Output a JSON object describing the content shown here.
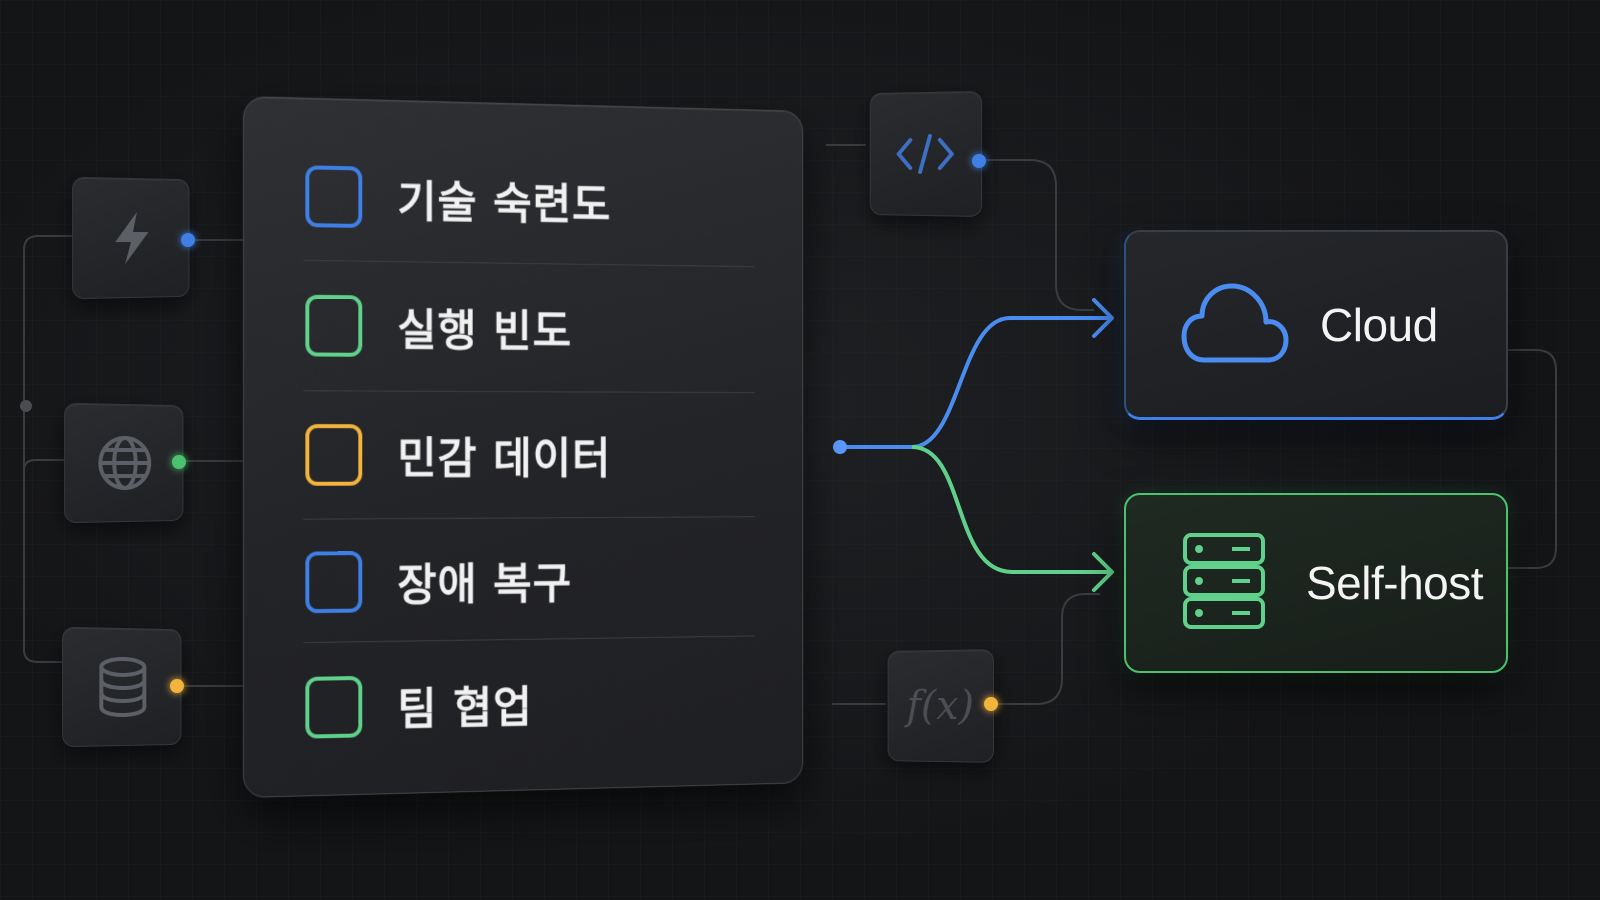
{
  "checklist": {
    "items": [
      {
        "label": "기술 숙련도",
        "color": "#3f7fe6"
      },
      {
        "label": "실행 빈도",
        "color": "#5fd18a"
      },
      {
        "label": "민감 데이터",
        "color": "#f2b43c"
      },
      {
        "label": "장애 복구",
        "color": "#3f7fe6"
      },
      {
        "label": "팀 협업",
        "color": "#5fd18a"
      }
    ]
  },
  "targets": {
    "cloud": {
      "label": "Cloud",
      "icon": "cloud-icon",
      "color": "#3f7fe6"
    },
    "self_host": {
      "label": "Self-host",
      "icon": "server-icon",
      "color": "#4cc26f"
    }
  },
  "side_nodes": {
    "left": [
      {
        "icon": "lightning-icon",
        "port_color": "#3f7fe6"
      },
      {
        "icon": "globe-icon",
        "port_color": "#4cc26f"
      },
      {
        "icon": "database-icon",
        "port_color": "#f2b43c"
      }
    ],
    "middle": [
      {
        "icon": "code-icon",
        "port_color": "#3f7fe6"
      },
      {
        "icon": "function-icon",
        "port_color": "#f2b43c",
        "text": "f(x)"
      }
    ]
  },
  "colors": {
    "background": "#141517",
    "blue": "#3f7fe6",
    "green": "#4cc26f",
    "amber": "#f2b43c"
  }
}
